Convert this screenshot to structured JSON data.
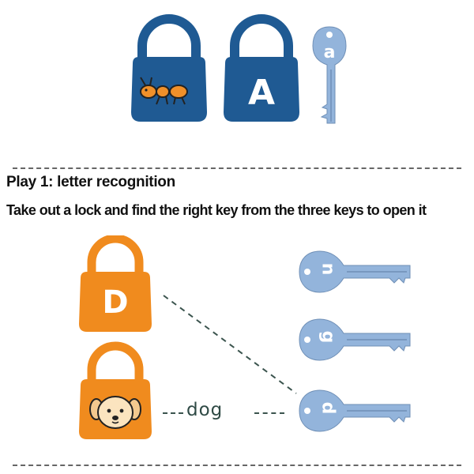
{
  "colors": {
    "blue_lock": "#1f5a93",
    "orange_lock": "#f08b1e",
    "key_blue": "#93b4db",
    "connector": "#3b544e"
  },
  "top_row": {
    "ant_lock": {
      "icon": "ant-icon"
    },
    "letter_lock": {
      "letter": "A"
    },
    "key": {
      "letter": "a"
    }
  },
  "section": {
    "title": "Play 1: letter recognition",
    "instruction": "Take out a lock and find the right key from the three keys to open it"
  },
  "demo": {
    "letter_lock": {
      "letter": "D"
    },
    "picture_lock": {
      "icon": "dog-face-icon"
    },
    "word": "dog",
    "keys": [
      {
        "letter": "n"
      },
      {
        "letter": "g"
      },
      {
        "letter": "d"
      }
    ]
  }
}
